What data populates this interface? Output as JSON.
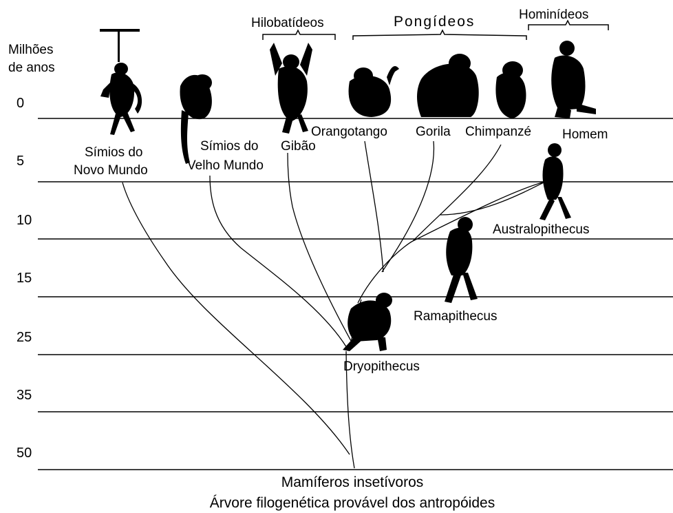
{
  "axis": {
    "title_line1": "Milhões",
    "title_line2": "de anos",
    "ticks": [
      "0",
      "5",
      "10",
      "15",
      "25",
      "35",
      "50"
    ]
  },
  "groups": {
    "hylobatids": "Hilobatídeos",
    "pongids": "Pongídeos",
    "hominids": "Hominídeos"
  },
  "taxa": {
    "new_world_line1": "Símios do",
    "new_world_line2": "Novo Mundo",
    "old_world_line1": "Símios do",
    "old_world_line2": "Velho Mundo",
    "gibbon": "Gibão",
    "orangutan": "Orangotango",
    "gorilla": "Gorila",
    "chimpanzee": "Chimpanzé",
    "human": "Homem",
    "australopithecus": "Australopithecus",
    "ramapithecus": "Ramapithecus",
    "dryopithecus": "Dryopithecus",
    "insectivores": "Mamíferos insetívoros"
  },
  "caption": "Árvore filogenética provável dos antropóides",
  "colors": {
    "ink": "#000000",
    "background": "#ffffff"
  }
}
